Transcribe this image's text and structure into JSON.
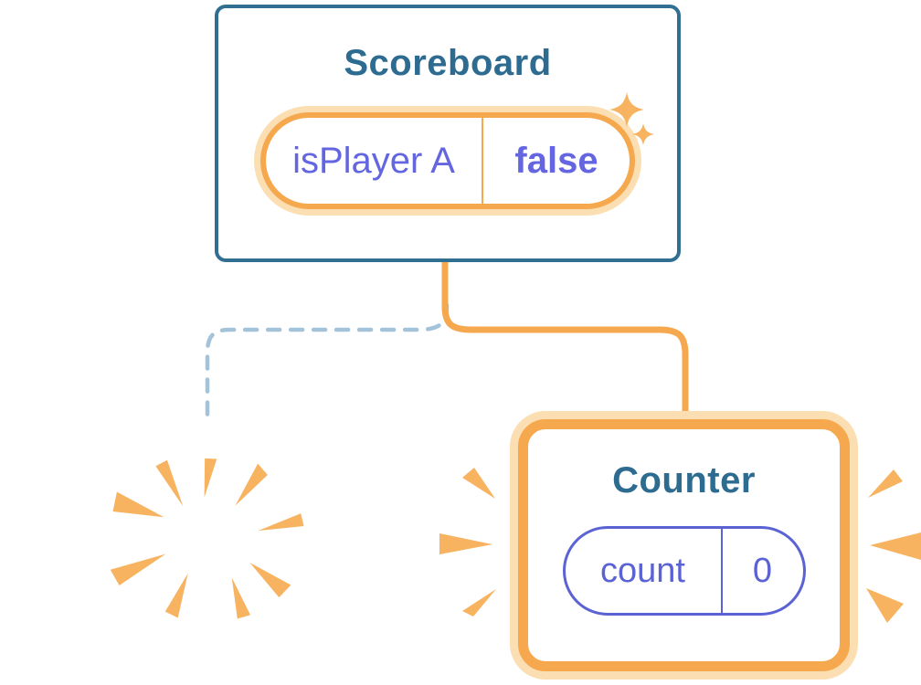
{
  "colors": {
    "card_border_blue": "#306E92",
    "title_blue": "#2D6C90",
    "state_text_purple": "#6366E0",
    "counter_pill_purple": "#5B62D4",
    "highlight_orange": "#F6A84F",
    "highlight_orange_glow": "#FBDFB2",
    "burst_orange": "#F7B360",
    "dashed_line_blue": "#A3C3DA",
    "background": "#FFFFFF"
  },
  "scoreboard": {
    "title": "Scoreboard",
    "state": {
      "name": "isPlayer A",
      "value": "false"
    }
  },
  "counter": {
    "title": "Counter",
    "state": {
      "name": "count",
      "value": "0"
    }
  },
  "icons": {
    "sparkle": "sparkle-icon",
    "poof": "poof-burst-icon",
    "emphasis": "burst-rays-icon"
  },
  "connectors": {
    "solid_branch": "scoreboard-to-counter",
    "dashed_branch": "scoreboard-to-removed-child"
  }
}
